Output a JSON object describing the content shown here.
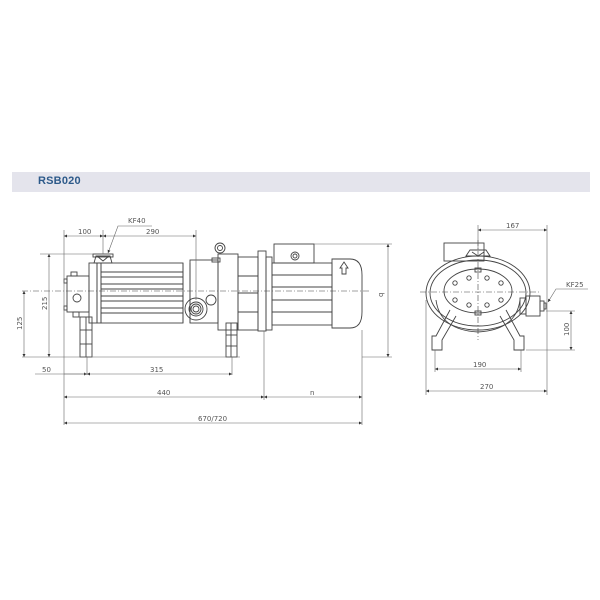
{
  "header": {
    "title": "RSB020"
  },
  "front_view": {
    "labels": {
      "flange_top": "KF40",
      "dim_100_top": "100",
      "dim_290": "290",
      "dim_215": "215",
      "dim_125": "125",
      "dim_50": "50",
      "dim_315": "315",
      "dim_440": "440",
      "dim_n": "n",
      "dim_total": "670/720",
      "dim_q": "q"
    }
  },
  "side_view": {
    "labels": {
      "dim_167": "167",
      "flange_side": "KF25",
      "dim_100_side": "100",
      "dim_190": "190",
      "dim_270": "270"
    }
  },
  "colors": {
    "line": "#444444",
    "dim_line": "#666666",
    "header_bg": "#e4e4ec",
    "title": "#2d5a8a"
  }
}
